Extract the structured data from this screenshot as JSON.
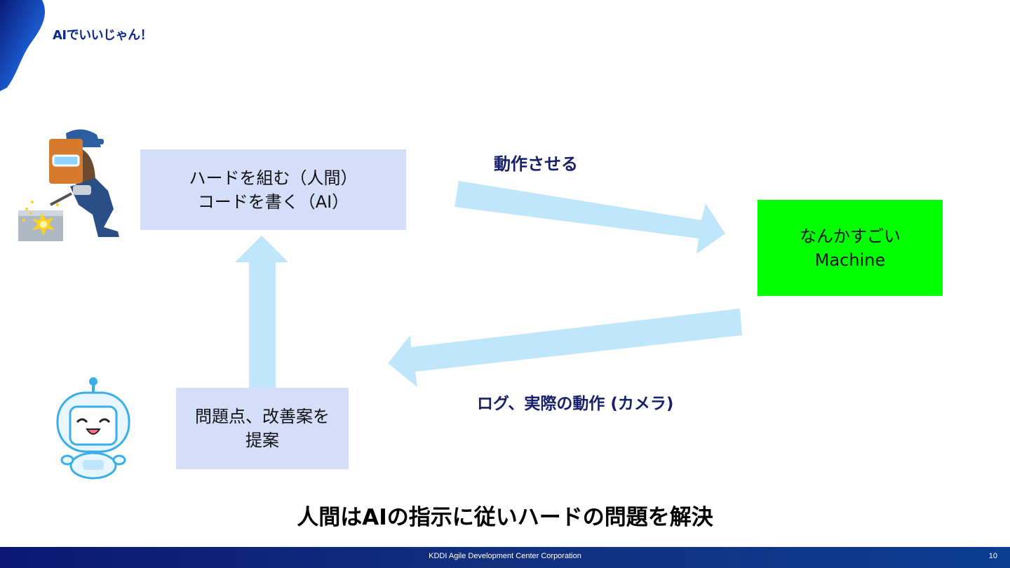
{
  "slide": {
    "title": "AIでいいじゃん！"
  },
  "boxes": {
    "hardware": {
      "line1": "ハードを組む（人間）",
      "line2": "コードを書く（AI）"
    },
    "feedback": {
      "line1": "問題点、改善案を",
      "line2": "提案"
    },
    "machine": {
      "line1": "なんかすごい",
      "line2": "Machine"
    }
  },
  "labels": {
    "run": "動作させる",
    "log": "ログ、実際の動作 (カメラ)"
  },
  "conclusion": "人間はAIの指示に従いハードの問題を解決",
  "footer": {
    "company": "KDDI Agile Development Center Corporation",
    "page": "10"
  },
  "colors": {
    "arrow": "#bfe6fb",
    "box": "#d4def9",
    "machine": "#00ff00",
    "label": "#17206b",
    "accent": "#0d2a8a"
  },
  "icons": [
    "welder-worker-illustration",
    "robot-illustration"
  ]
}
